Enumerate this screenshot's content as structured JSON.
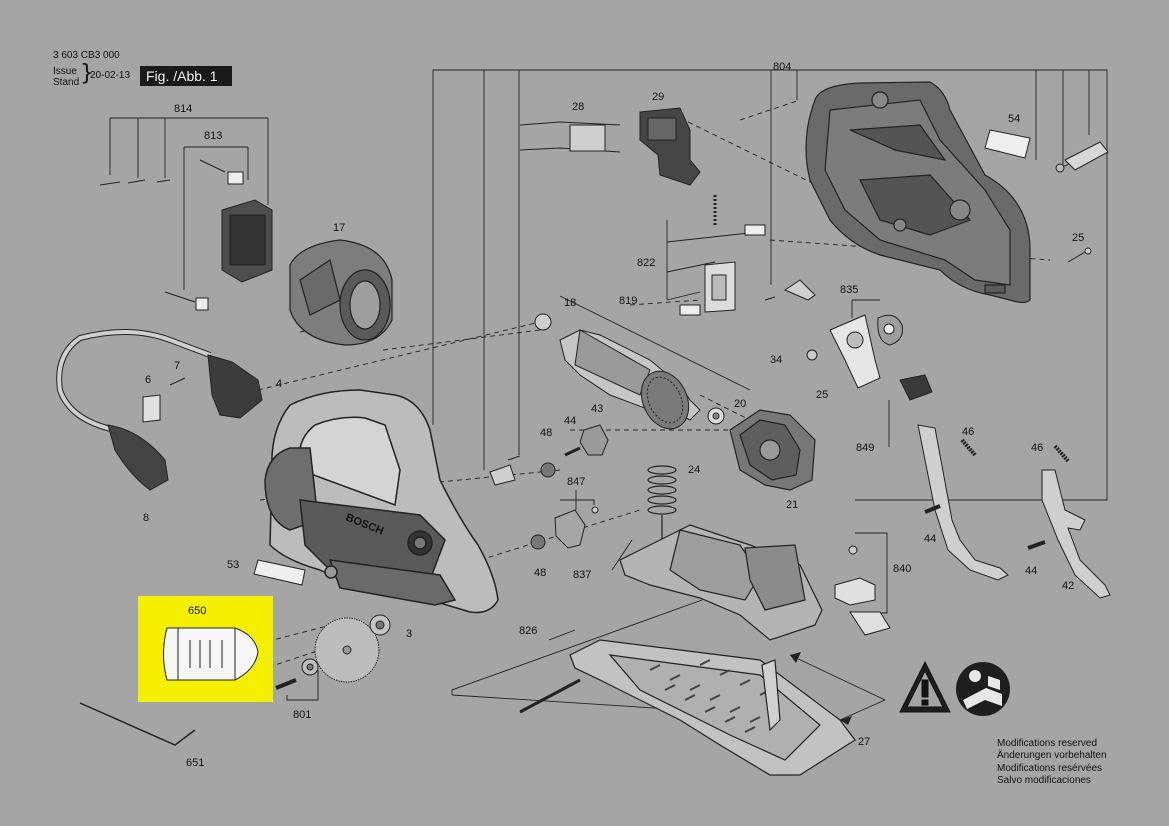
{
  "header": {
    "doc_number": "3 603 CB3 000",
    "issue_label": "Issue",
    "stand_label": "Stand",
    "date": "20-02-13",
    "figure": "Fig. /Abb. 1"
  },
  "callouts": {
    "c804": "804",
    "c814": "814",
    "c813": "813",
    "c28": "28",
    "c29": "29",
    "c54": "54",
    "c17": "17",
    "c25a": "25",
    "c822": "822",
    "c25b": "25",
    "c835": "835",
    "c18": "18",
    "c819": "819",
    "c34": "34",
    "c7": "7",
    "c6": "6",
    "c4": "4",
    "c20": "20",
    "c849": "849",
    "c44a": "44",
    "c43": "43",
    "c48a": "48",
    "c46a": "46",
    "c46b": "46",
    "c24": "24",
    "c21": "21",
    "c847": "847",
    "c8": "8",
    "c837": "837",
    "c48b": "48",
    "c53": "53",
    "c840": "840",
    "c44b": "44",
    "c44c": "44",
    "c42": "42",
    "c650": "650",
    "c3": "3",
    "c826": "826",
    "c801": "801",
    "c27": "27",
    "c651": "651"
  },
  "brand_mark": "BOSCH",
  "modifications": [
    "Modifications reserved",
    "Änderungen vorbehalten",
    "Modifications resérvées",
    "Salvo modificaciones"
  ],
  "highlight_color": "#f4f000",
  "background_color": "#a5a5a5"
}
